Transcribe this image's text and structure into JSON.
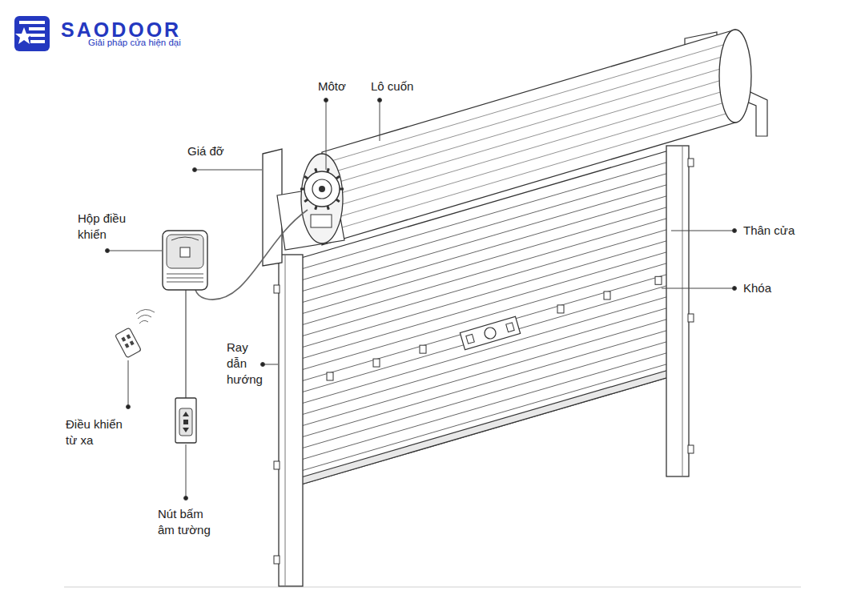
{
  "diagram": {
    "labels": [
      "SAODOOR",
      "Giải pháp cửa hiện đại",
      "Môtơ",
      "Lô cuốn",
      "Giá đỡ",
      "Hộp điều khiển",
      "Thân cửa",
      "Khóa",
      "Ray dẫn hướng",
      "Điều khiển từ xa",
      "Nút bấm âm tường"
    ]
  }
}
